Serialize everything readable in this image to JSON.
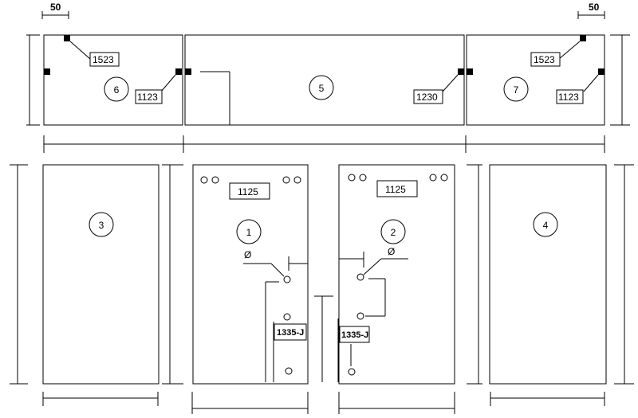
{
  "dimensions": {
    "left_offset": "50",
    "right_offset": "50"
  },
  "panels": {
    "p1": {
      "number": "1",
      "hardware_code": "1125",
      "lock_code": "1335-J",
      "diameter_symbol": "Ø"
    },
    "p2": {
      "number": "2",
      "hardware_code": "1125",
      "lock_code": "1335-J",
      "diameter_symbol": "Ø"
    },
    "p3": {
      "number": "3"
    },
    "p4": {
      "number": "4"
    },
    "p5": {
      "number": "5",
      "connector_code": "1230"
    },
    "p6": {
      "number": "6",
      "connector_top": "1523",
      "connector_side": "1123"
    },
    "p7": {
      "number": "7",
      "connector_top": "1523",
      "connector_side": "1123"
    }
  }
}
